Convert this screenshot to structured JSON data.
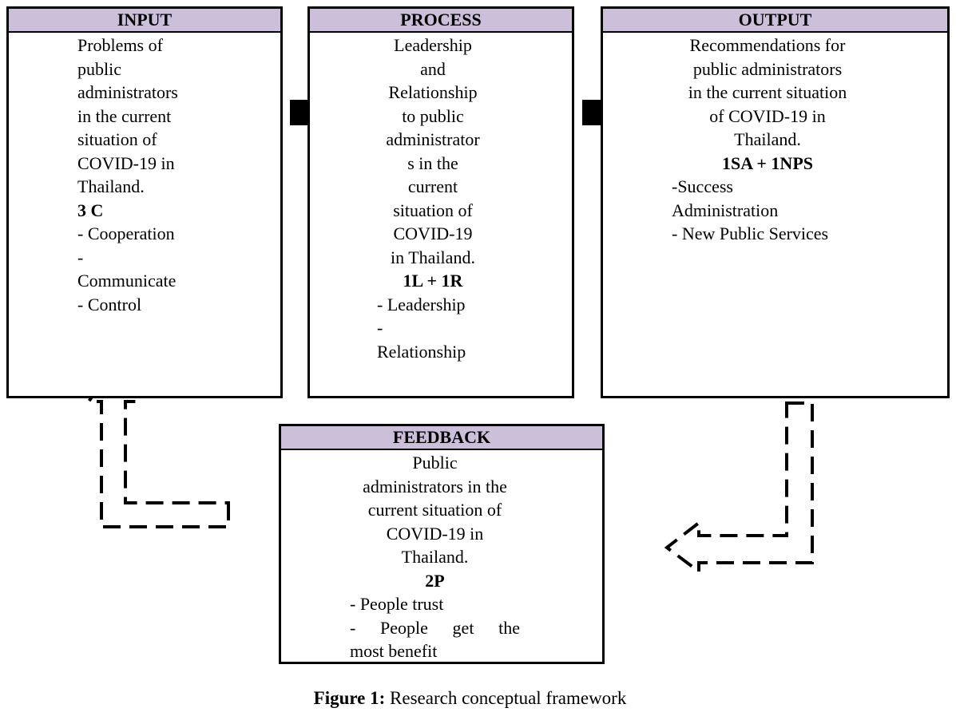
{
  "input": {
    "title": "INPUT",
    "lines": [
      "Problems of",
      "public",
      "administrators",
      "in the current",
      "situation of",
      "COVID-19 in",
      "Thailand."
    ],
    "key": "3 C",
    "items": [
      "- Cooperation",
      "-",
      "Communicate",
      "- Control"
    ]
  },
  "process": {
    "title": "PROCESS",
    "lines": [
      "Leadership",
      "and",
      "Relationship",
      "to public",
      "administrator",
      "s in the",
      "current",
      "situation of",
      "COVID-19",
      "in Thailand."
    ],
    "key": "1L + 1R",
    "items": [
      "- Leadership",
      "-",
      "Relationship"
    ]
  },
  "output": {
    "title": "OUTPUT",
    "lines": [
      "Recommendations for",
      "public administrators",
      "in the current situation",
      "of COVID-19 in",
      "Thailand."
    ],
    "key": "1SA + 1NPS",
    "items": [
      "-Success",
      "Administration",
      "- New Public Services"
    ]
  },
  "feedback": {
    "title": "FEEDBACK",
    "lines": [
      "Public",
      "administrators in the",
      "current situation of",
      "COVID-19 in",
      "Thailand."
    ],
    "key": "2P",
    "items": [
      "- People trust",
      "- People get the",
      "most benefit"
    ]
  },
  "caption": {
    "label": "Figure 1:",
    "text": " Research conceptual framework"
  },
  "colors": {
    "header_fill": "#cbbfd9",
    "stroke": "#000000"
  }
}
